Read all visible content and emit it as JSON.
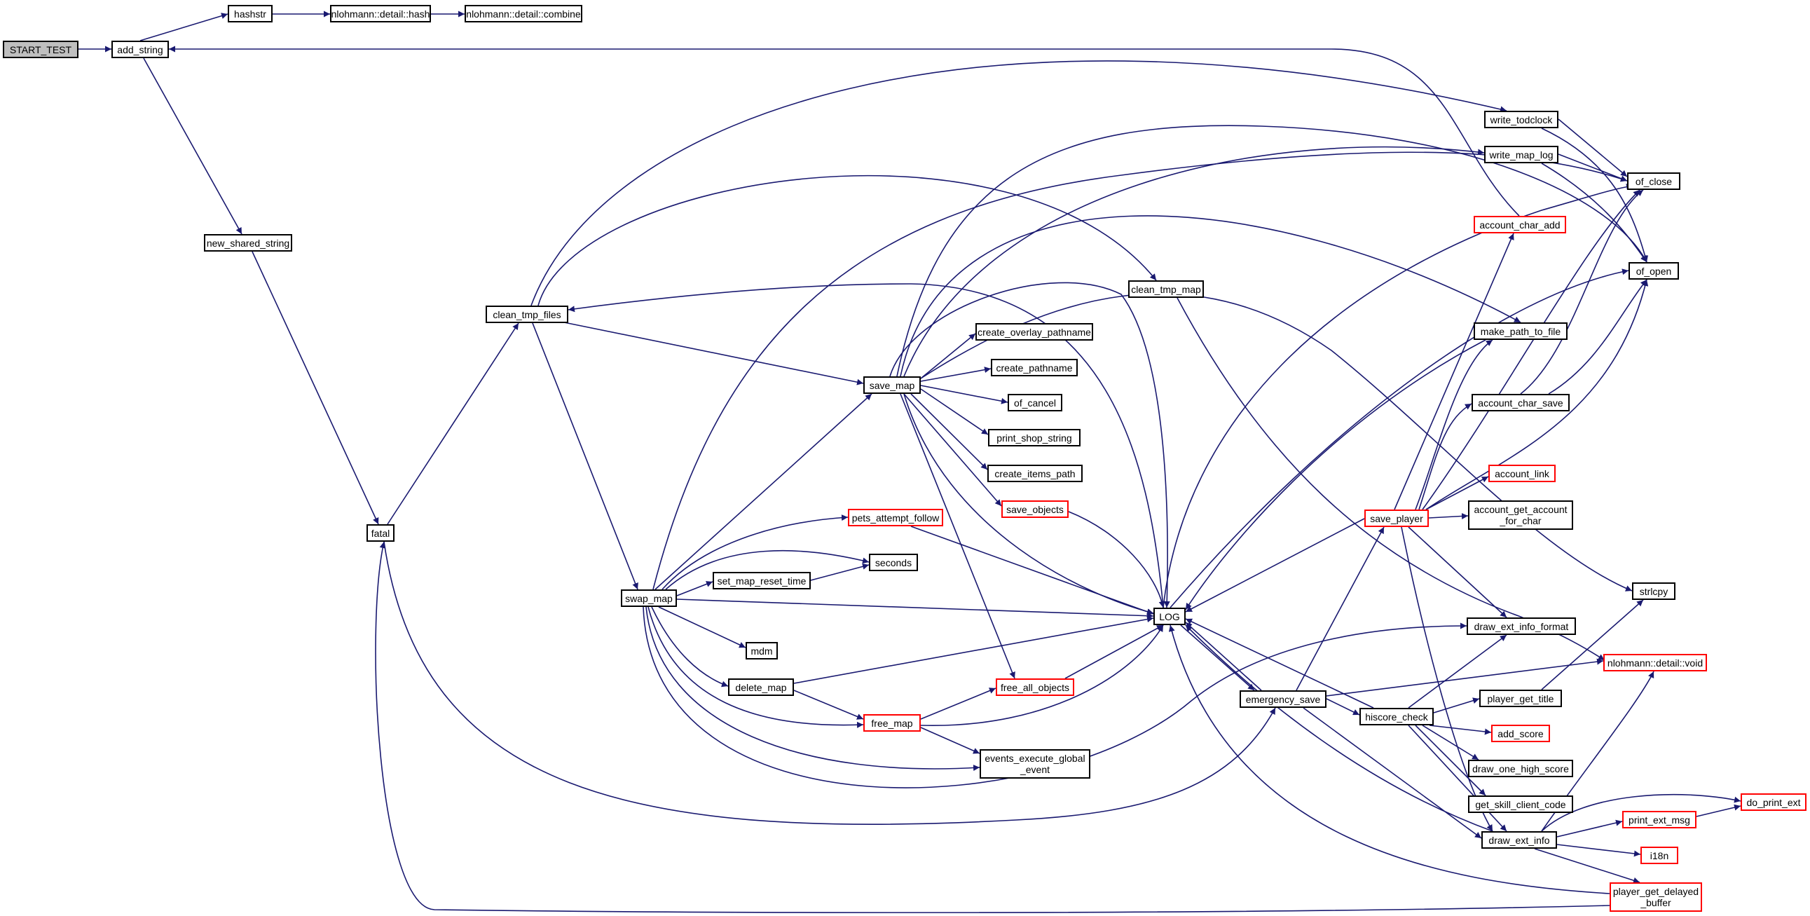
{
  "colors": {
    "edge": "#191970",
    "node_border": "#000000",
    "red_border": "#ff0000",
    "root_fill": "#bfbfbf"
  },
  "nodes": {
    "start_test": "START_TEST",
    "add_string": "add_string",
    "hashstr": "hashstr",
    "nl_hash": "nlohmann::detail::hash",
    "nl_combine": "nlohmann::detail::combine",
    "new_shared_string": "new_shared_string",
    "fatal": "fatal",
    "clean_tmp_files": "clean_tmp_files",
    "swap_map": "swap_map",
    "save_map": "save_map",
    "create_overlay_pathname": "create_overlay_pathname",
    "create_pathname": "create_pathname",
    "of_cancel": "of_cancel",
    "print_shop_string": "print_shop_string",
    "create_items_path": "create_items_path",
    "save_objects": "save_objects",
    "pets_attempt_follow": "pets_attempt_follow",
    "seconds": "seconds",
    "set_map_reset_time": "set_map_reset_time",
    "mdm": "mdm",
    "delete_map": "delete_map",
    "free_map": "free_map",
    "free_all_objects": "free_all_objects",
    "events_execute_global_event": "events_execute_global\n_event",
    "clean_tmp_map": "clean_tmp_map",
    "log": "LOG",
    "emergency_save": "emergency_save",
    "hiscore_check": "hiscore_check",
    "save_player": "save_player",
    "write_todclock": "write_todclock",
    "write_map_log": "write_map_log",
    "account_char_add": "account_char_add",
    "make_path_to_file": "make_path_to_file",
    "account_char_save": "account_char_save",
    "account_link": "account_link",
    "account_get_account_for_char": "account_get_account\n_for_char",
    "draw_ext_info_format": "draw_ext_info_format",
    "player_get_title": "player_get_title",
    "add_score": "add_score",
    "draw_one_high_score": "draw_one_high_score",
    "get_skill_client_code": "get_skill_client_code",
    "draw_ext_info": "draw_ext_info",
    "print_ext_msg": "print_ext_msg",
    "i18n": "i18n",
    "player_get_delayed_buffer": "player_get_delayed\n_buffer",
    "of_close": "of_close",
    "of_open": "of_open",
    "strlcpy": "strlcpy",
    "nl_void": "nlohmann::detail::void",
    "do_print_ext": "do_print_ext"
  }
}
